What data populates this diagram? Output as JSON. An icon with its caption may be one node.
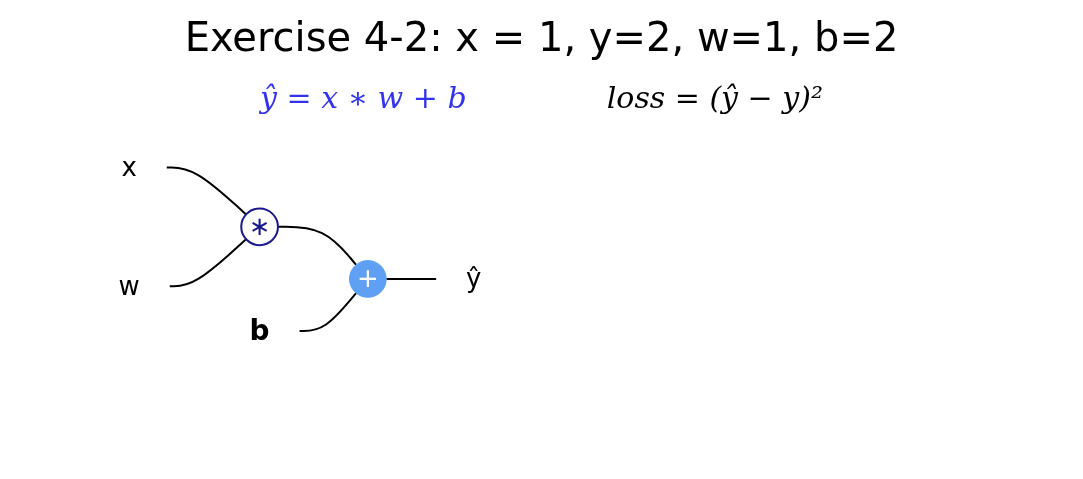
{
  "diagram": {
    "title": "Exercise 4-2: x = 1, y=2, w=1, b=2",
    "nodes": [
      {
        "text": [
          "x"
        ]
      },
      {
        "text": [
          "w"
        ]
      },
      {
        "text": [
          "∗"
        ]
      },
      {
        "text": [
          "+"
        ]
      },
      {
        "text": [
          "b"
        ]
      },
      {
        "text": [
          "ŷ"
        ]
      }
    ],
    "edges": [
      {
        "from": 0,
        "to": 2,
        "arrow": "none"
      },
      {
        "from": 1,
        "to": 2,
        "arrow": "none"
      },
      {
        "from": 2,
        "to": 3,
        "arrow": "none"
      },
      {
        "from": 4,
        "to": 3,
        "arrow": "none"
      },
      {
        "from": 3,
        "to": 5,
        "arrow": "none"
      }
    ],
    "labels": [
      "ŷ = x ∗ w + b",
      "loss = (ŷ − y)²"
    ]
  }
}
